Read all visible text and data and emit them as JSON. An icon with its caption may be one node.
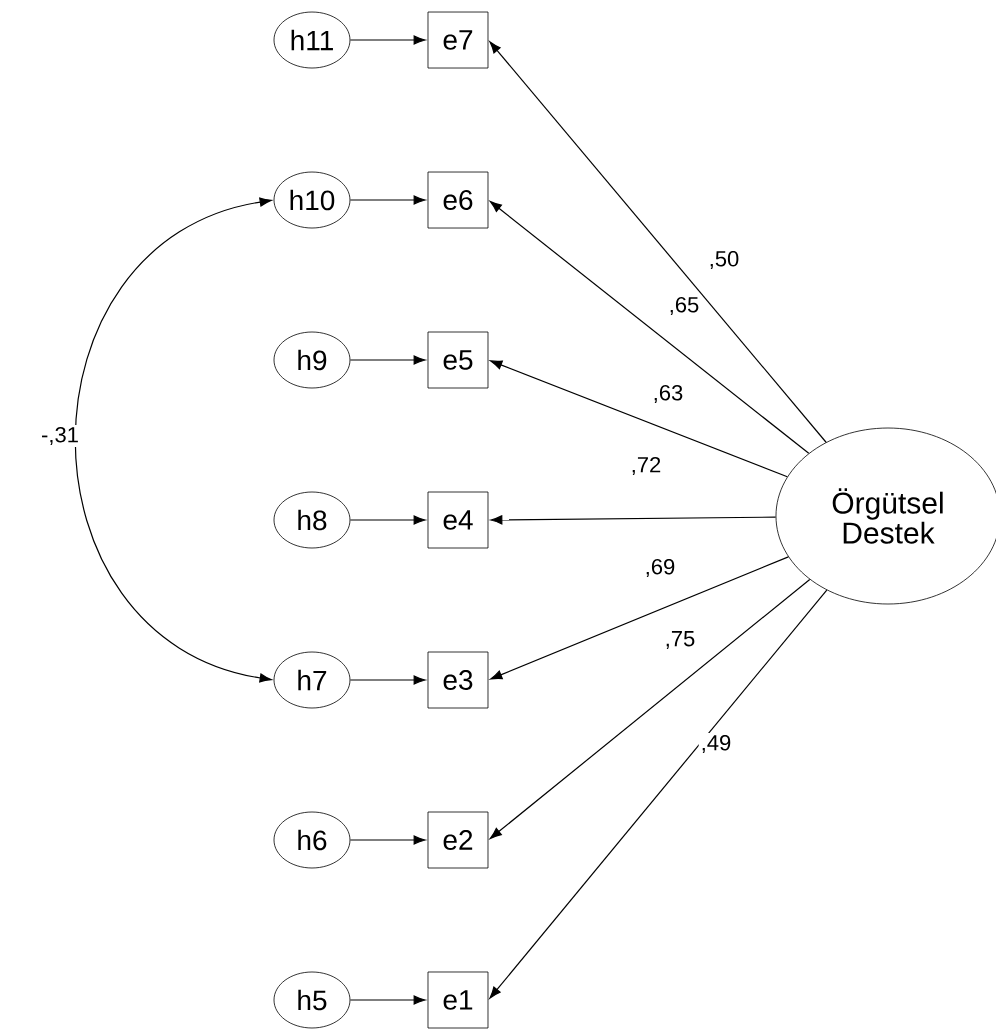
{
  "diagram": {
    "nodes": [
      {
        "text": [
          "h11"
        ]
      },
      {
        "text": [
          "e7"
        ]
      },
      {
        "text": [
          "h10"
        ]
      },
      {
        "text": [
          "e6"
        ]
      },
      {
        "text": [
          "h9"
        ]
      },
      {
        "text": [
          "e5"
        ]
      },
      {
        "text": [
          "h8"
        ]
      },
      {
        "text": [
          "e4"
        ]
      },
      {
        "text": [
          "Örgütsel Destek"
        ]
      },
      {
        "text": [
          "h7"
        ]
      },
      {
        "text": [
          "e3"
        ]
      },
      {
        "text": [
          "h6"
        ]
      },
      {
        "text": [
          "e2"
        ]
      },
      {
        "text": [
          "h5"
        ]
      },
      {
        "text": [
          "e1"
        ]
      }
    ],
    "edges": [
      {
        "from": 0,
        "to": 1,
        "arrow": "to"
      },
      {
        "from": 2,
        "to": 3,
        "arrow": "to"
      },
      {
        "from": 4,
        "to": 5,
        "arrow": "to"
      },
      {
        "from": 6,
        "to": 7,
        "arrow": "to"
      },
      {
        "from": 9,
        "to": 10,
        "arrow": "to"
      },
      {
        "from": 11,
        "to": 12,
        "arrow": "to"
      },
      {
        "from": 13,
        "to": 14,
        "arrow": "to"
      },
      {
        "from": 8,
        "to": 1,
        "arrow": "to",
        "label": ",50"
      },
      {
        "from": 8,
        "to": 3,
        "arrow": "to",
        "label": ",65"
      },
      {
        "from": 8,
        "to": 5,
        "arrow": "to",
        "label": ",63"
      },
      {
        "from": 8,
        "to": 7,
        "arrow": "to",
        "label": ",72"
      },
      {
        "from": 8,
        "to": 10,
        "arrow": "to",
        "label": ",69"
      },
      {
        "from": 8,
        "to": 12,
        "arrow": "to",
        "label": ",75"
      },
      {
        "from": 8,
        "to": 14,
        "arrow": "to",
        "label": ",49"
      },
      {
        "from": 9,
        "to": 2,
        "arrow": "both",
        "label": "-,31"
      }
    ]
  }
}
